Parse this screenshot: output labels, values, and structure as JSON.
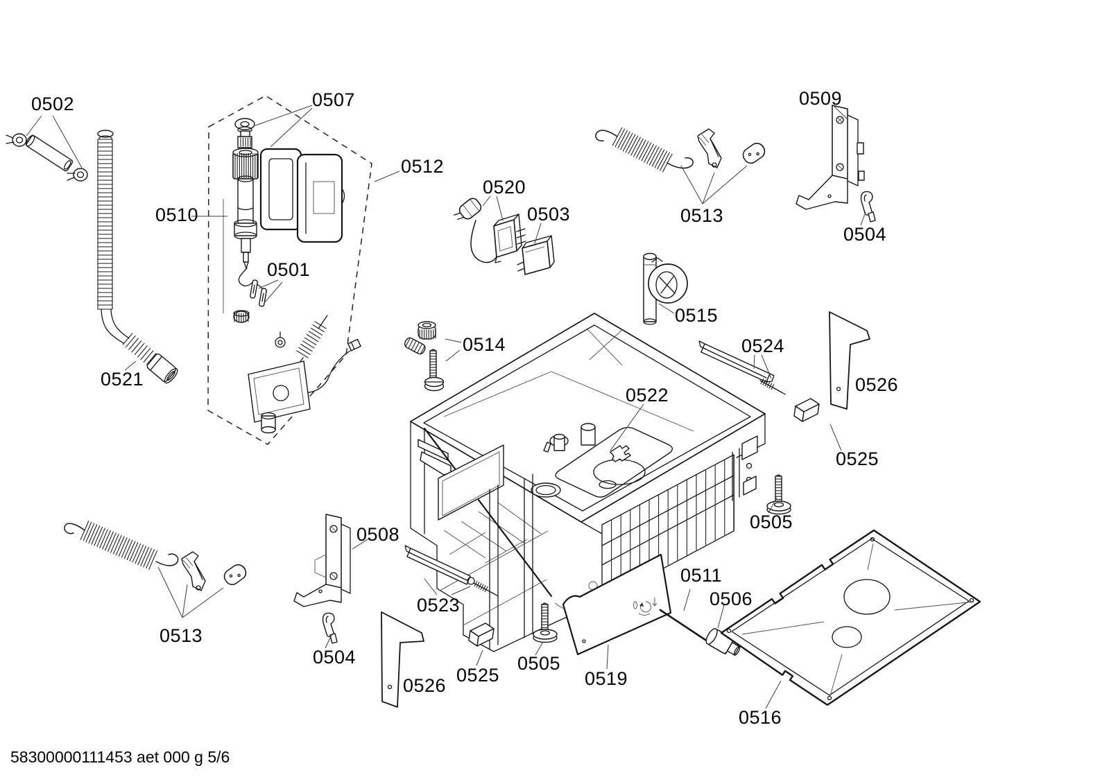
{
  "document": {
    "type": "exploded-parts-diagram",
    "footer": {
      "text": "58300000111453 aet 000 g 5/6"
    }
  },
  "labels": {
    "l0501": "0501",
    "l0502": "0502",
    "l0503": "0503",
    "l0504_tr": "0504",
    "l0504_bl": "0504",
    "l0505_r": "0505",
    "l0505_b": "0505",
    "l0506": "0506",
    "l0507": "0507",
    "l0508": "0508",
    "l0509": "0509",
    "l0510": "0510",
    "l0511": "0511",
    "l0512": "0512",
    "l0513_tr": "0513",
    "l0513_bl": "0513",
    "l0514": "0514",
    "l0515": "0515",
    "l0516": "0516",
    "l0519": "0519",
    "l0520": "0520",
    "l0521": "0521",
    "l0522": "0522",
    "l0523": "0523",
    "l0524": "0524",
    "l0525_r": "0525",
    "l0525_b": "0525",
    "l0526_r": "0526",
    "l0526_b": "0526"
  }
}
